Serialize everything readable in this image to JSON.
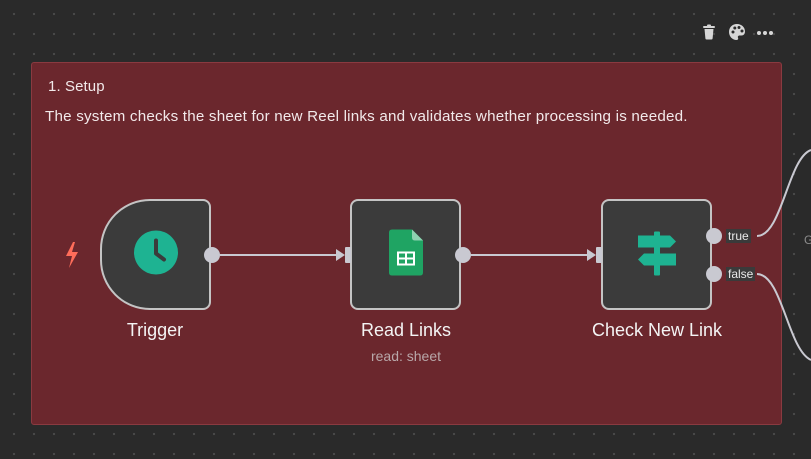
{
  "toolbar": {
    "delete_icon": "trash-icon",
    "color_icon": "palette-icon",
    "more_icon": "ellipsis-icon"
  },
  "sticky_note": {
    "title": "1. Setup",
    "description": "The system checks the sheet for new Reel links and validates whether processing is needed.",
    "color": "#6b272d"
  },
  "nodes": {
    "trigger": {
      "label": "Trigger",
      "icon": "clock-icon",
      "icon_color": "#1eb392",
      "badge_icon": "bolt-icon",
      "badge_color": "#ff6d5a"
    },
    "read_links": {
      "label": "Read Links",
      "subtitle": "read: sheet",
      "icon": "google-sheets-icon",
      "icon_color": "#1fa463"
    },
    "check_new_link": {
      "label": "Check New Link",
      "icon": "signpost-icon",
      "icon_color": "#1eb392"
    }
  },
  "branches": {
    "true_label": "true",
    "false_label": "false"
  },
  "edge_text": "G"
}
